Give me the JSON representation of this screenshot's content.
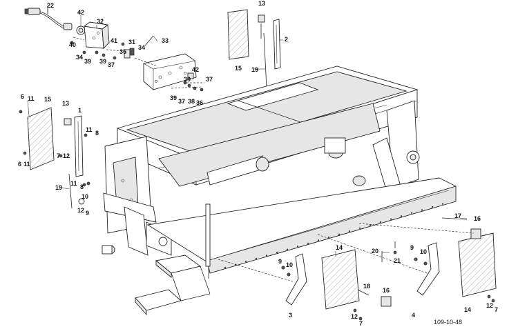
{
  "diagram": {
    "reference": "109-10-48",
    "callouts": [
      {
        "id": "c22a",
        "text": "22"
      },
      {
        "id": "c42a",
        "text": "42"
      },
      {
        "id": "c32",
        "text": "32"
      },
      {
        "id": "c41",
        "text": "41"
      },
      {
        "id": "c40",
        "text": "40"
      },
      {
        "id": "c34a",
        "text": "34"
      },
      {
        "id": "c39a",
        "text": "39"
      },
      {
        "id": "c39b",
        "text": "39"
      },
      {
        "id": "c37a",
        "text": "37"
      },
      {
        "id": "c35",
        "text": "35"
      },
      {
        "id": "c31",
        "text": "31"
      },
      {
        "id": "c34b",
        "text": "34"
      },
      {
        "id": "c33",
        "text": "33"
      },
      {
        "id": "c42b",
        "text": "42"
      },
      {
        "id": "c39c",
        "text": "39"
      },
      {
        "id": "c37b",
        "text": "37"
      },
      {
        "id": "c39d",
        "text": "39"
      },
      {
        "id": "c37c",
        "text": "37"
      },
      {
        "id": "c38",
        "text": "38"
      },
      {
        "id": "c36",
        "text": "36"
      },
      {
        "id": "c15a",
        "text": "15"
      },
      {
        "id": "c13a",
        "text": "13"
      },
      {
        "id": "c2",
        "text": "2"
      },
      {
        "id": "c19a",
        "text": "19"
      },
      {
        "id": "c6a",
        "text": "6"
      },
      {
        "id": "c11a",
        "text": "11"
      },
      {
        "id": "c15b",
        "text": "15"
      },
      {
        "id": "c13b",
        "text": "13"
      },
      {
        "id": "c1",
        "text": "1"
      },
      {
        "id": "c11b",
        "text": "11"
      },
      {
        "id": "c8a",
        "text": "8"
      },
      {
        "id": "c6b",
        "text": "6"
      },
      {
        "id": "c11c",
        "text": "11"
      },
      {
        "id": "c7a",
        "text": "7"
      },
      {
        "id": "c12a",
        "text": "12"
      },
      {
        "id": "c19b",
        "text": "19"
      },
      {
        "id": "c11d",
        "text": "11"
      },
      {
        "id": "c8b",
        "text": "8"
      },
      {
        "id": "c10a",
        "text": "10"
      },
      {
        "id": "c12b",
        "text": "12"
      },
      {
        "id": "c9a",
        "text": "9"
      },
      {
        "id": "c17",
        "text": "17"
      },
      {
        "id": "c16a",
        "text": "16"
      },
      {
        "id": "c20",
        "text": "20"
      },
      {
        "id": "c21",
        "text": "21"
      },
      {
        "id": "c9b",
        "text": "9"
      },
      {
        "id": "c10b",
        "text": "10"
      },
      {
        "id": "c14a",
        "text": "14"
      },
      {
        "id": "c9c",
        "text": "9"
      },
      {
        "id": "c10c",
        "text": "10"
      },
      {
        "id": "c18",
        "text": "18"
      },
      {
        "id": "c16b",
        "text": "16"
      },
      {
        "id": "c12c",
        "text": "12"
      },
      {
        "id": "c7b",
        "text": "7"
      },
      {
        "id": "c3",
        "text": "3"
      },
      {
        "id": "c4",
        "text": "4"
      },
      {
        "id": "c14b",
        "text": "14"
      },
      {
        "id": "c12d",
        "text": "12"
      },
      {
        "id": "c7c",
        "text": "7"
      }
    ]
  }
}
